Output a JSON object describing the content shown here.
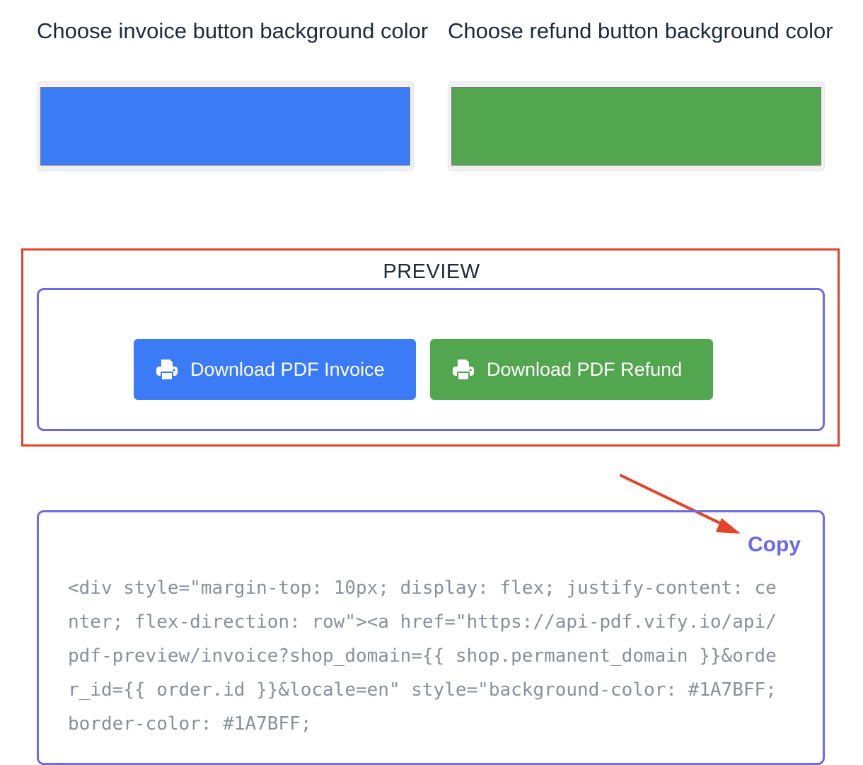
{
  "pickers": {
    "invoice": {
      "label": "Choose invoice button background color",
      "value": "#3B7BF6"
    },
    "refund": {
      "label": "Choose refund button background color",
      "value": "#53A650"
    }
  },
  "preview": {
    "title": "PREVIEW",
    "invoice_button": {
      "label": "Download PDF Invoice",
      "icon": "printer-icon",
      "color": "#3B7BF6"
    },
    "refund_button": {
      "label": "Download PDF Refund",
      "icon": "printer-icon",
      "color": "#53A650"
    }
  },
  "code": {
    "copy_label": "Copy",
    "snippet": "<div style=\"margin-top: 10px; display: flex; justify-content: center; flex-direction: row\"><a href=\"https://api-pdf.vify.io/api/pdf-preview/invoice?shop_domain={{ shop.permanent_domain }}&order_id={{ order.id }}&locale=en\" style=\"background-color: #1A7BFF; border-color: #1A7BFF;"
  },
  "colors": {
    "accent": "#6D6AE5",
    "annotation_red": "#E2432A"
  }
}
